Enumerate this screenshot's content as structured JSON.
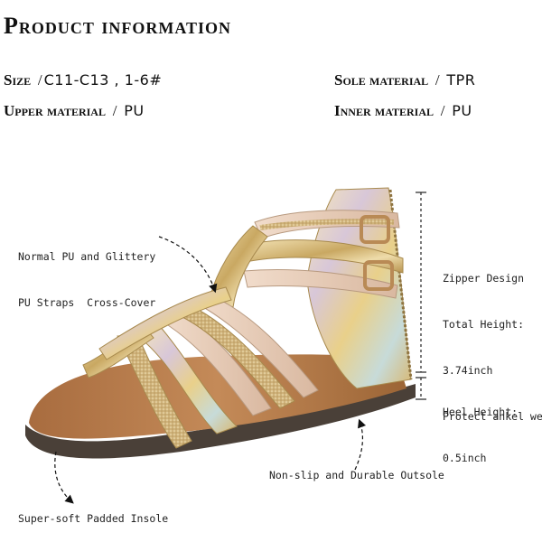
{
  "title": "Product information",
  "specs": {
    "size": {
      "label": "Size",
      "sep": "/",
      "value": "C11-C13 , 1-6#"
    },
    "sole": {
      "label": "Sole material",
      "sep": "/",
      "value": "TPR"
    },
    "upper": {
      "label": "Upper material",
      "sep": "/",
      "value": "PU"
    },
    "inner": {
      "label": "Inner material",
      "sep": "/",
      "value": "PU"
    }
  },
  "callouts": {
    "straps_line1": "Normal PU and Glittery",
    "straps_line2": "PU Straps  Cross-Cover",
    "zipper_line1": "Zipper Design",
    "zipper_line2": "Total Height:",
    "zipper_line3": "3.74inch",
    "zipper_line4": "Protect ankel well",
    "heel_line1": "Heel Height:",
    "heel_line2": "0.5inch",
    "outsole": "Non-slip and Durable Outsole",
    "insole": "Super-soft Padded Insole"
  },
  "colors": {
    "gold": "#d9bf86",
    "pink": "#e8cdb9",
    "sole": "#4a4038",
    "insole": "#b27a4d"
  }
}
